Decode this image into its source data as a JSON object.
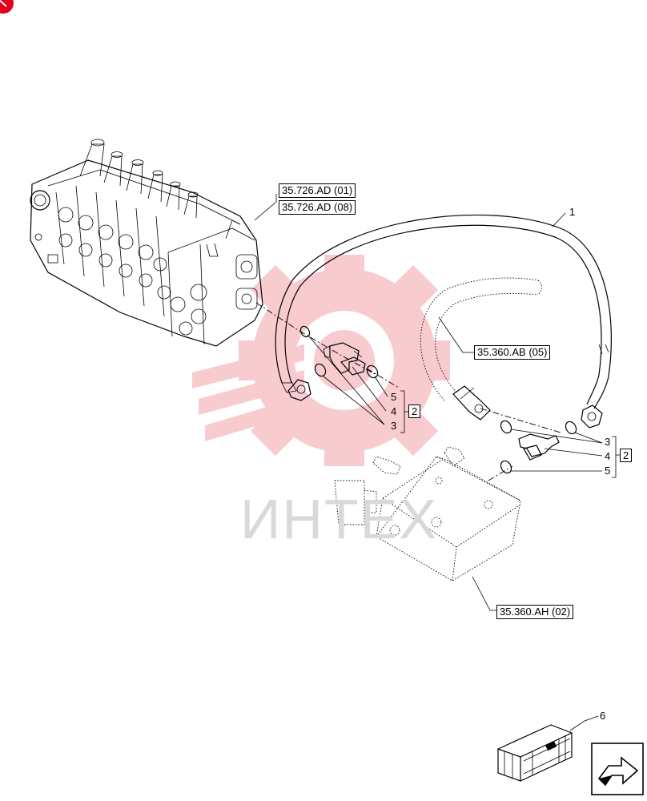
{
  "references": {
    "ref_726_01": "35.726.AD (01)",
    "ref_726_08": "35.726.AD (08)",
    "ref_360_ab": "35.360.AB (05)",
    "ref_360_ah": "35.360.AH (02)"
  },
  "callouts": {
    "hose": "1",
    "kit_left": "2",
    "kit_right": "2",
    "left_5": "5",
    "left_4": "4",
    "left_3": "3",
    "right_3": "3",
    "right_4": "4",
    "right_5": "5",
    "kit_case": "6"
  },
  "watermark": "ИНТЕХ",
  "icons": {
    "corner": "red-corner-mark-icon",
    "watermark_logo": "gear-logo-icon",
    "navigate": "next-page-arrow-icon",
    "case": "parts-case-icon"
  },
  "colors": {
    "watermark_red": "#f3a2a8",
    "watermark_text": "#d9d9d9",
    "corner_red": "#e3001b",
    "line": "#000000"
  }
}
